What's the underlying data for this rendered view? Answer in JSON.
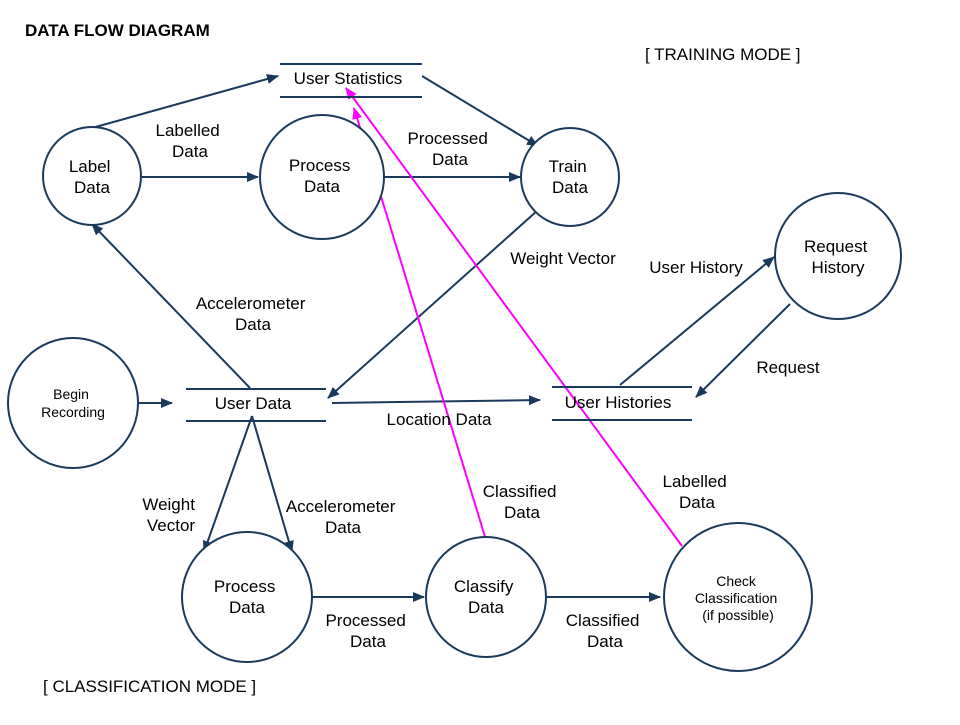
{
  "diagram": {
    "title": "DATA FLOW DIAGRAM",
    "training_mode": "[ TRAINING MODE ]",
    "classification_mode": "[ CLASSIFICATION MODE ]",
    "colors": {
      "node_stroke": "#1a3a5c",
      "flow": "#1a3a5c",
      "feedback": "#ff00ff"
    },
    "nodes": {
      "label_data": [
        "Label",
        "Data"
      ],
      "process_data_top": [
        "Process",
        "Data"
      ],
      "train_data": [
        "Train",
        "Data"
      ],
      "request_history": [
        "Request",
        "History"
      ],
      "begin_recording": [
        "Begin",
        "Recording"
      ],
      "process_data_bottom": [
        "Process",
        "Data"
      ],
      "classify_data": [
        "Classify",
        "Data"
      ],
      "check_classification": [
        "Check",
        "Classification",
        "(if possible)"
      ]
    },
    "stores": {
      "user_statistics": "User Statistics",
      "user_data": "User Data",
      "user_histories": "User Histories"
    },
    "flows": {
      "labelled_data_top": [
        "Labelled",
        "Data"
      ],
      "processed_data_top": [
        "Processed",
        "Data"
      ],
      "weight_vector_top": [
        "Weight Vector"
      ],
      "user_history": [
        "User History"
      ],
      "accelerometer_data_top": [
        "Accelerometer",
        "Data"
      ],
      "request": [
        "Request"
      ],
      "location_data": [
        "Location Data"
      ],
      "classified_data_mid": [
        "Classified",
        "Data"
      ],
      "labelled_data_mid": [
        "Labelled",
        "Data"
      ],
      "weight_vector_bottom": [
        "Weight",
        "Vector"
      ],
      "accelerometer_data_bottom": [
        "Accelerometer",
        "Data"
      ],
      "processed_data_bottom": [
        "Processed",
        "Data"
      ],
      "classified_data_bottom": [
        "Classified",
        "Data"
      ]
    }
  }
}
